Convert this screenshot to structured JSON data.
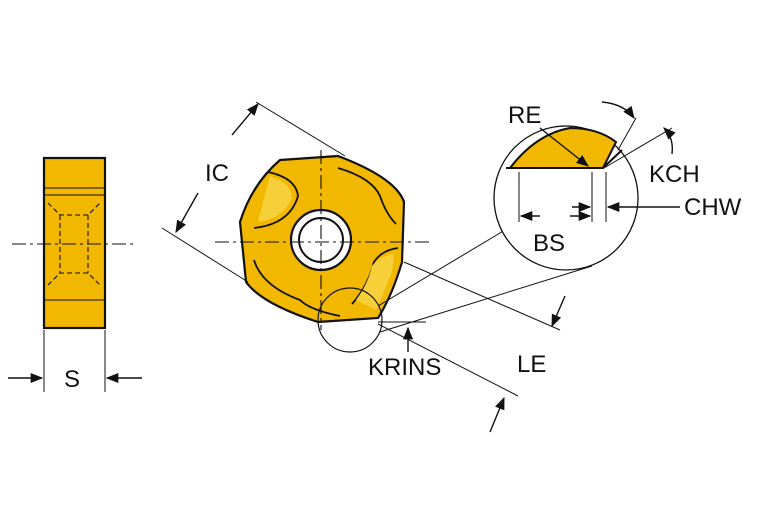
{
  "diagram": {
    "colors": {
      "insert_fill": "#f2b800",
      "insert_highlight": "#f7cf38",
      "line": "#111111",
      "background": "#ffffff"
    },
    "labels": {
      "s": "S",
      "ic": "IC",
      "krins": "KRINS",
      "le": "LE",
      "re": "RE",
      "kch": "KCH",
      "chw": "CHW",
      "bs": "BS"
    }
  }
}
